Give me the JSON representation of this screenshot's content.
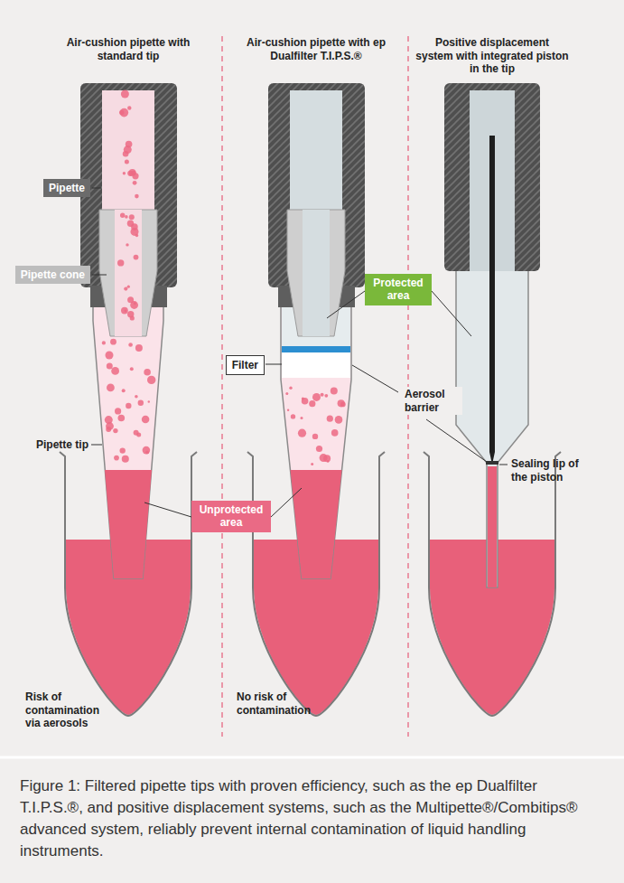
{
  "diagram": {
    "caption": "Figure 1: Filtered pipette tips with proven efficiency, such as the ep Dualfilter T.I.P.S.®, and positive displacement systems, such as the Multipette®/Combitips® advanced system, reliably prevent internal contamination of liquid handling instruments.",
    "nodes": [
      {
        "text": [
          "Pipette"
        ]
      },
      {
        "text": [
          "Pipette cone"
        ]
      },
      {
        "text": [
          "Protected area"
        ]
      },
      {
        "text": [
          "Filter"
        ]
      },
      {
        "text": [
          "Unprotected area"
        ]
      }
    ],
    "labels": [
      "Air-cushion pipette with standard tip",
      "Air-cushion pipette with ep Dualfilter T.I.P.S.®",
      "Positive displacement system with integrated piston in the tip",
      "Aerosol barrier",
      "Pipette tip",
      "Sealing lip of the piston",
      "Risk of contamination via aerosols",
      "No risk of contamination"
    ]
  }
}
